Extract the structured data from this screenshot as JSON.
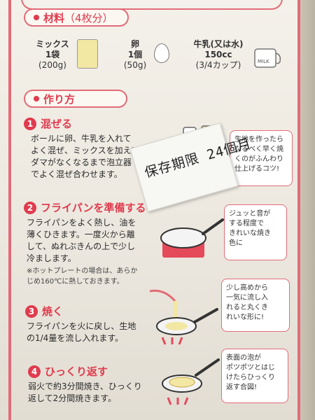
{
  "ingredients": {
    "heading": "材料",
    "heading_sub": "（4枚分）",
    "items": [
      {
        "name": "ミックス",
        "qty": "1袋",
        "sub": "(200g)"
      },
      {
        "name": "卵",
        "qty": "1個",
        "sub": "(50g)"
      },
      {
        "name": "牛乳(又は水)",
        "qty": "150cc",
        "sub": "(3/4カップ)"
      }
    ],
    "milk_label": "MILK"
  },
  "method": {
    "heading": "作り方",
    "steps": [
      {
        "num": "1",
        "title": "混ぜる",
        "text": "ボールに卵、牛乳を入れて\nよく混ぜ、ミックスを加えて\nダマがなくなるまで泡立器\nでよく混ぜ合わせます。"
      },
      {
        "num": "2",
        "title": "フライパンを準備する",
        "text": "フライパンをよく熱し、油を\n薄くひきます。一度火から離\nして、ぬれぶきんの上で少し\n冷まします。",
        "note": "※ホットプレートの場合は、あらか\nじめ160℃に熱しておきます。"
      },
      {
        "num": "3",
        "title": "焼く",
        "text": "フライパンを火に戻し、生地\nの1/4量を流し入れます。"
      },
      {
        "num": "4",
        "title": "ひっくり返す",
        "text": "弱火で約3分間焼き、ひっくり\n返して2分間焼きます。"
      }
    ]
  },
  "tips": [
    "生地を作ったら\nなるべく早く焼\nくのがふんわり\n仕上げるコツ!",
    "ジュッと音が\nする程度で\nきれいな焼き\n色に",
    "少し高めから\n一気に流し入\nれると丸くき\nれいな形に!",
    "表面の泡が\nポツポツとはじ\nけたらひっくり\n返す合図!"
  ],
  "sticker": {
    "text": "保存期限 24個月"
  },
  "colors": {
    "accent": "#e03b4e",
    "border": "#e26b77"
  }
}
